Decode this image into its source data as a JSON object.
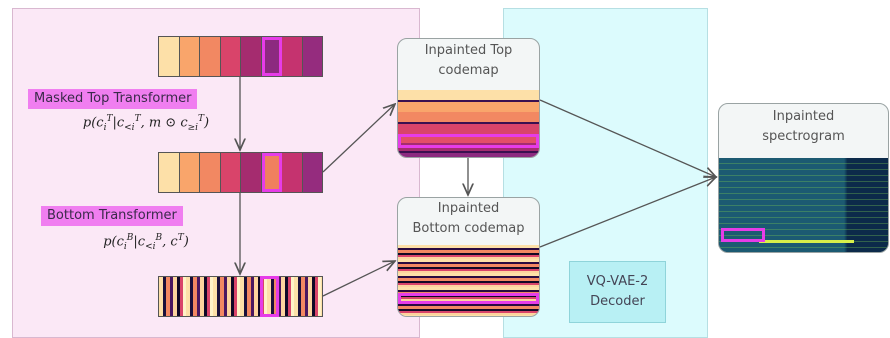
{
  "labels": {
    "masked_top_transformer": "Masked Top Transformer",
    "bottom_transformer": "Bottom Transformer",
    "inpainted_top_codemap": [
      "Inpainted Top",
      "codemap"
    ],
    "inpainted_bottom_codemap": [
      "Inpainted",
      "Bottom codemap"
    ],
    "inpainted_spectrogram": [
      "Inpainted",
      "spectrogram"
    ],
    "decoder": [
      "VQ-VAE-2",
      "Decoder"
    ]
  },
  "formulas": {
    "top": "p(c_i^T | c_{<i}^T, m ⊙ c_{≥i}^T)",
    "bottom": "p(c_i^B | c_{<i}^B, c^T)"
  },
  "colors": {
    "top_strip": [
      "#fde0a8",
      "#f9a56b",
      "#f28862",
      "#d9446a",
      "#a52c6f",
      "#8c2a80",
      "#c5336f",
      "#952c7e"
    ],
    "highlight": "#e63ce8"
  }
}
